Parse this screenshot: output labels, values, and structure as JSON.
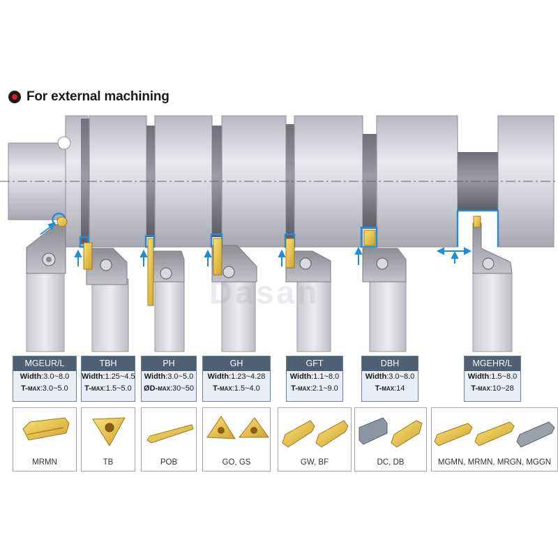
{
  "title": "For external machining",
  "watermark": "Dasan",
  "colors": {
    "accent_blue": "#1e8fd6",
    "header_bg": "#4f5f74",
    "spec_bg": "#e9eef6",
    "insert_gold": "#d4a64a",
    "title_mark_red": "#d81b2a"
  },
  "tools": [
    {
      "name": "MGEUR/L",
      "width_label": "Width",
      "width_value": ":3.0~8.0",
      "t_label": "T-",
      "t_sub": "MAX",
      "t_value": ":3.0~5.0",
      "insert": "MRMN"
    },
    {
      "name": "TBH",
      "width_label": "Width",
      "width_value": ":1.25~4.5",
      "t_label": "T-",
      "t_sub": "MAX",
      "t_value": ":1.5~5.0",
      "insert": "TB"
    },
    {
      "name": "PH",
      "width_label": "Width",
      "width_value": ":3.0~5.0",
      "t_label": "ØD-",
      "t_sub": "MAX",
      "t_value": ":30~50",
      "insert": "POB"
    },
    {
      "name": "GH",
      "width_label": "Width",
      "width_value": ":1.23~4.28",
      "t_label": "T-",
      "t_sub": "MAX",
      "t_value": ":1.5~4.0",
      "insert": "GO, GS"
    },
    {
      "name": "GFT",
      "width_label": "Width",
      "width_value": ":1.1~8.0",
      "t_label": "T-",
      "t_sub": "MAX",
      "t_value": ":2.1~9.0",
      "insert": "GW, BF"
    },
    {
      "name": "DBH",
      "width_label": "Width",
      "width_value": ":3.0~8.0",
      "t_label": "T-",
      "t_sub": "MAX",
      "t_value": ":14",
      "insert": "DC, DB"
    },
    {
      "name": "MGEHR/L",
      "width_label": "Width",
      "width_value": ":1.5~8.0",
      "t_label": "T-",
      "t_sub": "MAX",
      "t_value": ":10~28",
      "insert": "MGMN, MRMN, MRGN, MGGN"
    }
  ]
}
